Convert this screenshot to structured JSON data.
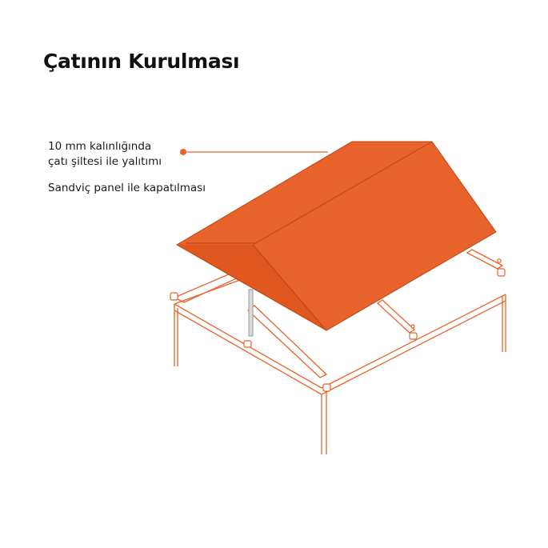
{
  "title": "Çatının Kurulması",
  "labels": {
    "step1_line1": "10 mm kalınlığında",
    "step1_line2": "çatı şiltesi ile yalıtımı",
    "step2": "Sandviç panel ile kapatılması"
  },
  "colors": {
    "roof": "#e8632b",
    "roof_edge": "#b84616",
    "frame": "#e8632b",
    "post": "#bdbdbd",
    "text": "#1a1a1a"
  }
}
